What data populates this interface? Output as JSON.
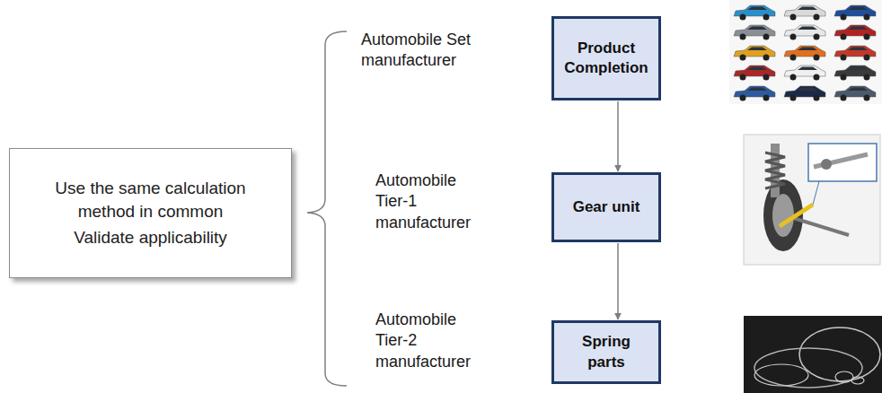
{
  "diagram": {
    "nodes": [
      {
        "text": [
          "Use the same calculation method in common",
          "Validate applicability"
        ]
      },
      {
        "text": [
          "Product Completion"
        ]
      },
      {
        "text": [
          "Gear unit"
        ]
      },
      {
        "text": [
          "Spring parts"
        ]
      }
    ],
    "edges": [
      {
        "from": 1,
        "to": 2,
        "arrow": "to"
      },
      {
        "from": 2,
        "to": 3,
        "arrow": "to"
      }
    ],
    "labels": [
      "Automobile Set manufacturer",
      "Automobile Tier-1 manufacturer",
      "Automobile Tier-2 manufacturer"
    ]
  }
}
